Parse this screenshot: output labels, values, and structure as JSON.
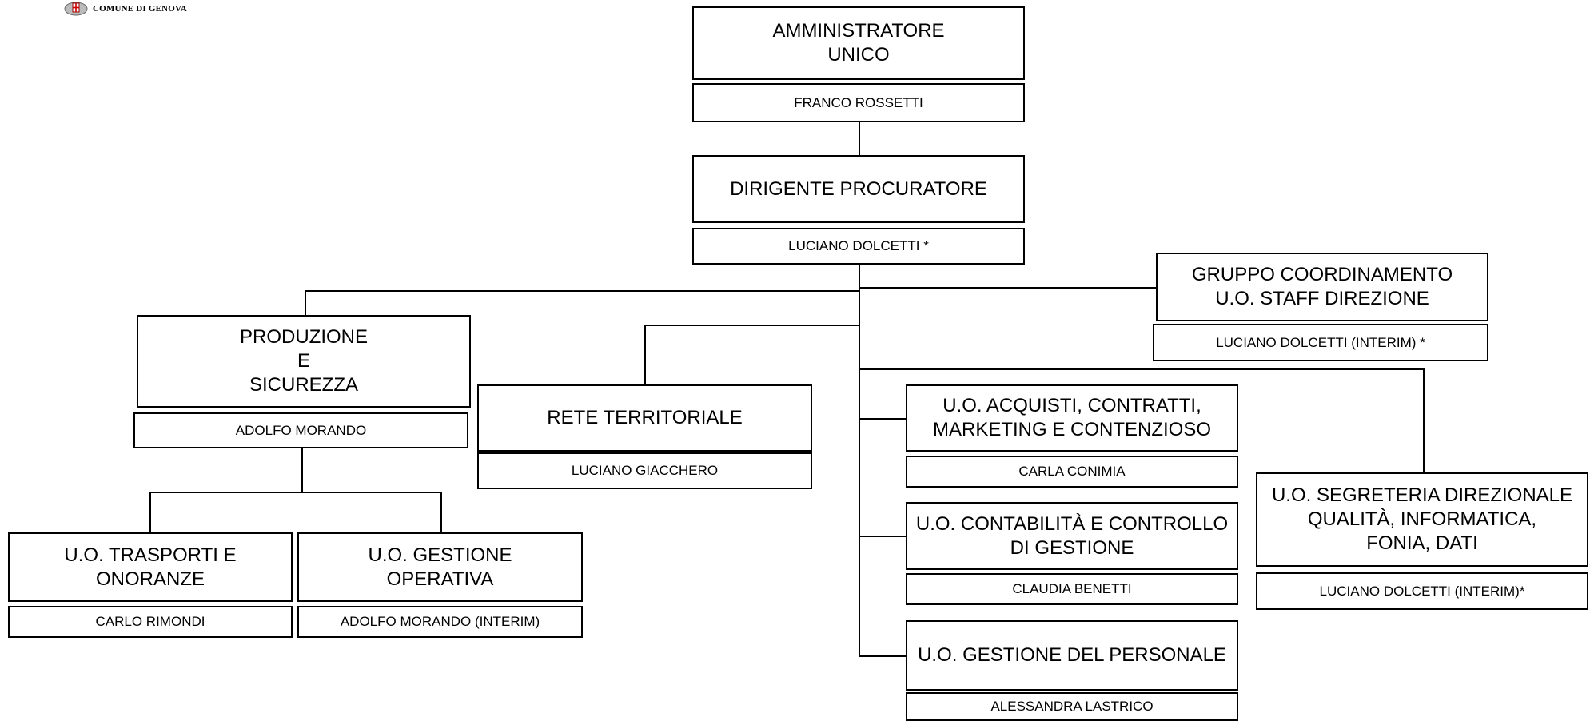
{
  "header": {
    "logo_text": "COMUNE DI GENOVA"
  },
  "org": {
    "amministratore": {
      "title": "AMMINISTRATORE\nUNICO",
      "name": "FRANCO ROSSETTI"
    },
    "dirigente": {
      "title": "DIRIGENTE PROCURATORE",
      "name": "LUCIANO DOLCETTI *"
    },
    "gruppo": {
      "title": "GRUPPO COORDINAMENTO\nU.O. STAFF DIREZIONE",
      "name": "LUCIANO DOLCETTI (INTERIM) *"
    },
    "produzione": {
      "title": "PRODUZIONE\nE\nSICUREZZA",
      "name": "ADOLFO MORANDO"
    },
    "rete": {
      "title": "RETE TERRITORIALE",
      "name": "LUCIANO GIACCHERO"
    },
    "acquisti": {
      "title": "U.O. ACQUISTI, CONTRATTI,\nMARKETING E CONTENZIOSO",
      "name": "CARLA CONIMIA"
    },
    "contabilita": {
      "title": "U.O. CONTABILITÀ E CONTROLLO\nDI GESTIONE",
      "name": "CLAUDIA BENETTI"
    },
    "personale": {
      "title": "U.O. GESTIONE DEL PERSONALE",
      "name": "ALESSANDRA LASTRICO"
    },
    "segreteria": {
      "title": "U.O. SEGRETERIA DIREZIONALE\nQUALITÀ, INFORMATICA,\nFONIA, DATI",
      "name": "LUCIANO DOLCETTI (INTERIM)*"
    },
    "trasporti": {
      "title": "U.O. TRASPORTI E\nONORANZE",
      "name": "CARLO RIMONDI"
    },
    "gestione_operativa": {
      "title": "U.O. GESTIONE\nOPERATIVA",
      "name": "ADOLFO MORANDO (INTERIM)"
    }
  }
}
